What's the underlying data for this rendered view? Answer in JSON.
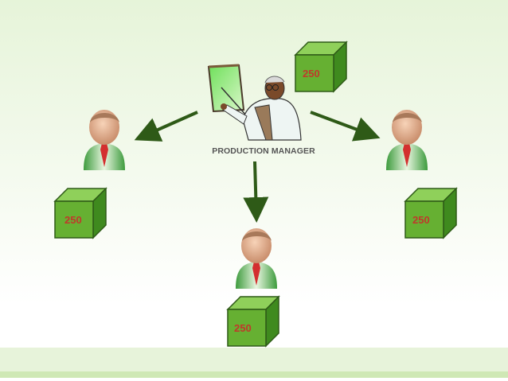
{
  "manager": {
    "label": "PRODUCTION MANAGER"
  },
  "boxes": {
    "manager": "250",
    "left": "250",
    "right": "250",
    "bottom": "250"
  },
  "colors": {
    "arrow": "#2e5a17",
    "box_front": "#66b032",
    "box_top": "#8fd05a",
    "box_side": "#3f8a1e",
    "box_text": "#c0392b",
    "shirt": "#4caf50",
    "tie": "#d32f2f"
  }
}
